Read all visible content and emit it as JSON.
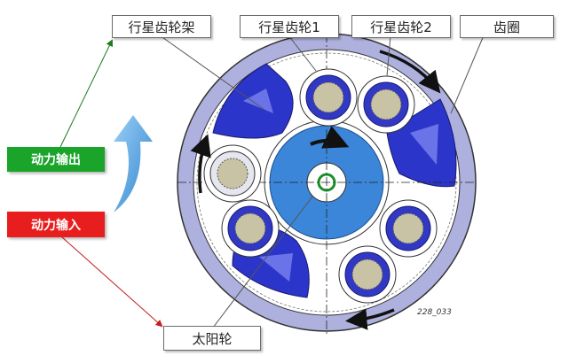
{
  "labels": {
    "carrier": "行星齿轮架",
    "planet1": "行星齿轮1",
    "planet2": "行星齿轮2",
    "ring": "齿圈",
    "sun": "太阳轮"
  },
  "tags": {
    "output": "动力输出",
    "input": "动力输入"
  },
  "code": "228_033",
  "colors": {
    "output": "#1aa52a",
    "input": "#e81e1e",
    "sun": "#3a86d8",
    "carrier": "#2a35c8",
    "ring": "#a9acdc",
    "arrow": "#4ea2df"
  }
}
